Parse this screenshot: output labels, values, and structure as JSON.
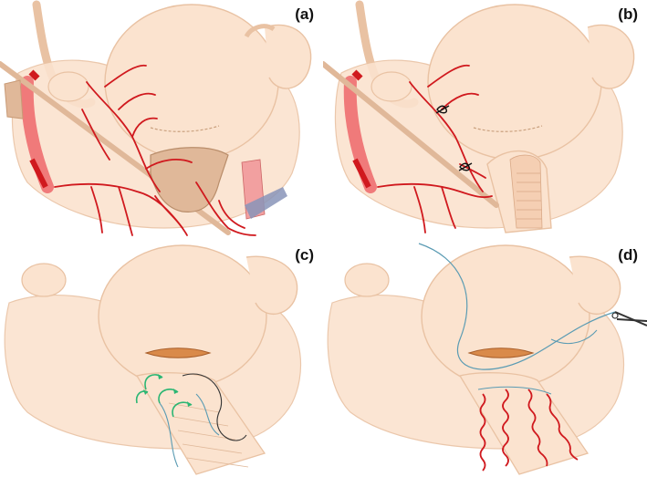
{
  "panels": [
    {
      "id": "a",
      "label": "(a)"
    },
    {
      "id": "b",
      "label": "(b)"
    },
    {
      "id": "c",
      "label": "(c)"
    },
    {
      "id": "d",
      "label": "(d)"
    }
  ],
  "colors": {
    "tissue_fill": "#fbe3cf",
    "tissue_stroke": "#e9c2a3",
    "vessel_red": "#d0191e",
    "artery_pink": "#f07a7a",
    "instrument": "#e0b899",
    "suture_blue": "#5a9bb3",
    "suture_dark": "#333333",
    "arrow_green": "#2bb673",
    "vein_blue": "#8894b8",
    "fold_orange": "#d98a4a"
  },
  "icons": [
    "scissors-icon"
  ]
}
